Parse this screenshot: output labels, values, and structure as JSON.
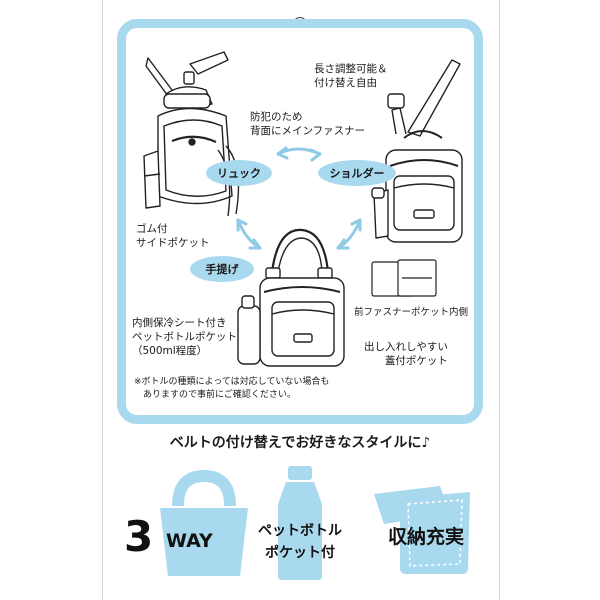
{
  "labels": {
    "adjustable_strap": "長さ調整可能＆\n付け替え自由",
    "anti_theft_zipper": "防犯のため\n背面にメインファスナー",
    "side_pocket": "ゴム付\nサイドポケット",
    "front_pocket_inner": "前ファスナーポケット内側",
    "bottle_pocket": "内側保冷シート付き\nペットボトルポケット\n（500ml程度）",
    "flap_pocket": "出し入れしやすい\n蓋付ポケット",
    "disclaimer": "※ボトルの種類によっては対応していない場合も\n　ありますので事前にご確認ください。"
  },
  "modes": {
    "backpack": "リュック",
    "shoulder": "ショルダー",
    "handbag": "手提げ"
  },
  "tagline": "ベルトの付け替えでお好きなスタイルに♪",
  "features": {
    "three_way_number": "3",
    "three_way_text": "WAY",
    "bottle_pocket": "ペットボトル\nポケット付",
    "storage": "収納充実"
  },
  "colors": {
    "accent": "#a9d9ef",
    "text": "#1a1a1a"
  }
}
